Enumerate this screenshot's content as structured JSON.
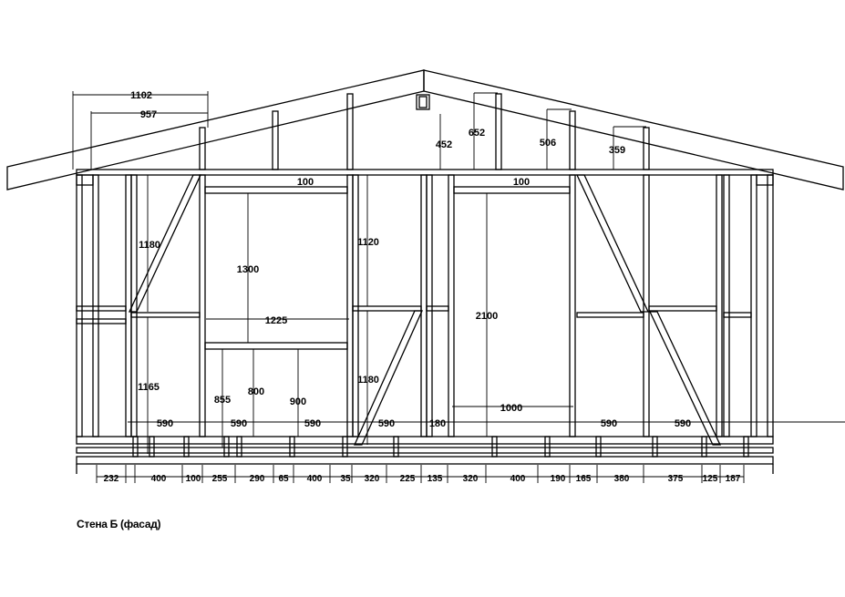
{
  "caption": "Стена Б (фасад)",
  "colors": {
    "line": "#000000",
    "background": "#ffffff"
  },
  "top_dimensions": {
    "overhang_outer": "1102",
    "overhang_inner": "957",
    "rafter_heights": [
      "452",
      "652",
      "506",
      "359"
    ],
    "lintel_left": "100",
    "lintel_right": "100"
  },
  "window": {
    "height": "1300",
    "width": "1225",
    "sill_height": "800",
    "upper_wall": "1180",
    "lower_wall": "1165",
    "stud_gap": "855",
    "stud_gap_2": "900"
  },
  "middle_dimensions": {
    "upper": "1120",
    "lower": "1180"
  },
  "door": {
    "height": "2100",
    "width": "1000"
  },
  "noggin_dimensions": [
    "590",
    "590",
    "590",
    "590",
    "180",
    "590",
    "590"
  ],
  "bottom_dimensions": [
    "232",
    "400",
    "100",
    "255",
    "290",
    "65",
    "400",
    "35",
    "320",
    "225",
    "135",
    "320",
    "400",
    "190",
    "165",
    "380",
    "375",
    "125",
    "187"
  ]
}
